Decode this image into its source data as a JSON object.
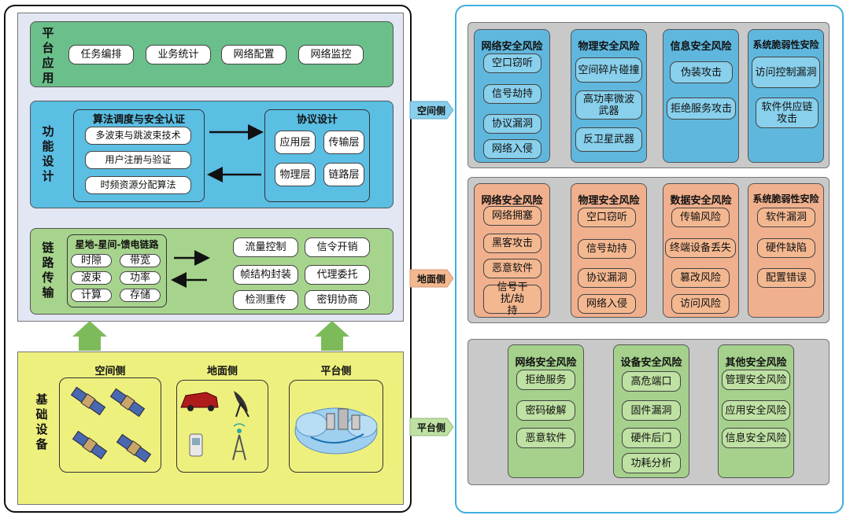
{
  "colors": {
    "platform": "#6abf8b",
    "function": "#5bbee3",
    "link": "#a7d48d",
    "base": "#eef07e",
    "blueRisk": "#5fb7de",
    "orangeRisk": "#f0b08e",
    "greenRisk": "#a5d18d",
    "gray": "#c9c9c9",
    "arrow": "#7dbb5a",
    "tagBlue": "#88d0ec",
    "tagOrange": "#f4b891",
    "tagGreen": "#bfe1a3"
  },
  "left": {
    "platform": {
      "title": "平台应用",
      "items": [
        "任务编排",
        "业务统计",
        "网络配置",
        "网络监控"
      ]
    },
    "function": {
      "title": "功能设计",
      "algo": {
        "title": "算法调度与安全认证",
        "items": [
          "多波束与跳波束技术",
          "用户注册与验证",
          "时频资源分配算法"
        ]
      },
      "protocol": {
        "title": "协议设计",
        "items": [
          "应用层",
          "传输层",
          "物理层",
          "链路层"
        ]
      }
    },
    "link": {
      "title": "链路传输",
      "group": {
        "title": "星地-星间-馈电链路",
        "items": [
          "时隙",
          "带宽",
          "波束",
          "功率",
          "计算",
          "存储"
        ]
      },
      "items": [
        "流量控制",
        "信令开销",
        "帧结构封装",
        "代理委托",
        "检测重传",
        "密钥协商"
      ]
    },
    "base": {
      "title": "基础设备",
      "sections": [
        "空间侧",
        "地面侧",
        "平台侧"
      ]
    }
  },
  "tags": [
    "空间侧",
    "地面侧",
    "平台侧"
  ],
  "right": {
    "space": [
      {
        "title": "网络安全风险",
        "items": [
          "空口窃听",
          "信号劫持",
          "协议漏洞",
          "网络入侵"
        ]
      },
      {
        "title": "物理安全风险",
        "items": [
          "空间碎片碰撞",
          "高功率微波武器",
          "反卫星武器"
        ]
      },
      {
        "title": "信息安全风险",
        "items": [
          "伪装攻击",
          "拒绝服务攻击"
        ]
      },
      {
        "title": "系统脆弱性安险",
        "items": [
          "访问控制漏洞",
          "软件供应链攻击"
        ]
      }
    ],
    "ground": [
      {
        "title": "网络安全风险",
        "items": [
          "网络拥塞",
          "黑客攻击",
          "恶意软件",
          "信号干扰/劫持"
        ]
      },
      {
        "title": "物理安全风险",
        "items": [
          "空口窃听",
          "信号劫持",
          "协议漏洞",
          "网络入侵"
        ]
      },
      {
        "title": "数据安全风险",
        "items": [
          "传输风险",
          "终端设备丢失",
          "篡改风险",
          "访问风险"
        ]
      },
      {
        "title": "系统脆弱性安险",
        "items": [
          "软件漏洞",
          "硬件缺陷",
          "配置错误"
        ]
      }
    ],
    "platform": [
      {
        "title": "网络安全风险",
        "items": [
          "拒绝服务",
          "密码破解",
          "恶意软件"
        ]
      },
      {
        "title": "设备安全风险",
        "items": [
          "高危端口",
          "固件漏洞",
          "硬件后门",
          "功耗分析"
        ]
      },
      {
        "title": "其他安全风险",
        "items": [
          "管理安全风险",
          "应用安全风险",
          "信息安全风险"
        ]
      }
    ]
  }
}
